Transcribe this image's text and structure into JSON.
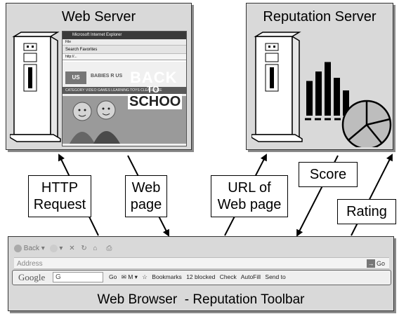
{
  "web_server": {
    "title": "Web Server",
    "browser_window": {
      "window_title": "Microsoft Internet Explorer",
      "menu": "File",
      "toolbar": "Search  Favorites",
      "address": "http://...",
      "logo": "US",
      "brand": "BABIES R US",
      "nav": "CATEGORY   VIDEO GAMES   LEARNING TOYS   CLEARANCE",
      "banner_line1": "BACK",
      "banner_line2": "TO",
      "banner_line3": "SCHOO"
    }
  },
  "reputation_server": {
    "title": "Reputation Server",
    "bar_values": [
      0.55,
      0.7,
      0.85,
      0.6,
      0.4
    ]
  },
  "labels": {
    "http_request_line1": "HTTP",
    "http_request_line2": "Request",
    "web_page_line1": "Web",
    "web_page_line2": "page",
    "url_line1": "URL of",
    "url_line2": "Web page",
    "score": "Score",
    "rating": "Rating"
  },
  "browser_toolbar": {
    "back": "Back",
    "address_label": "Address",
    "go": "Go",
    "google": "Google",
    "search_placeholder": "G",
    "items": [
      "Go",
      "Bookmarks",
      "12 blocked",
      "Check",
      "AutoFill",
      "Send to"
    ],
    "caption": "Web Browser  - Reputation Toolbar"
  }
}
